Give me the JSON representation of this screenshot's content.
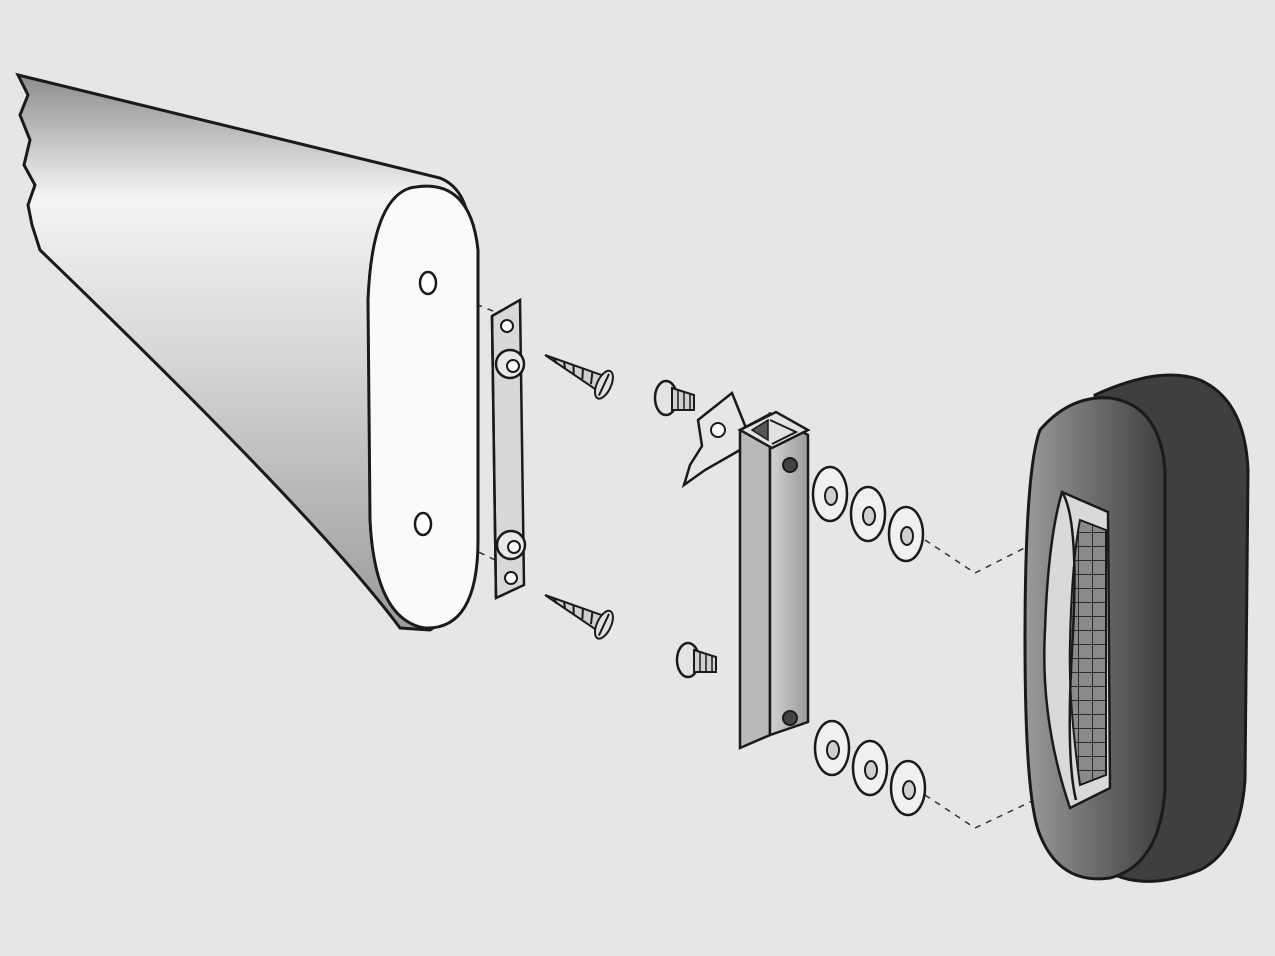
{
  "diagram": {
    "subject": "exploded-view-stock-recoil-pad-assembly",
    "colors": {
      "background": "#e6e6e6",
      "outline": "#1a1a1a",
      "stock_light": "#f2f2f2",
      "stock_dark": "#8c8c8c",
      "butt_face": "#fafafa",
      "metal": "#bdbdbd",
      "metal_dark": "#7a7a7a",
      "pad_body": "#6e6e6e",
      "pad_dark": "#3f3f3f",
      "spacer": "#f0f0f0"
    },
    "parts": [
      {
        "id": "stock",
        "icon": "rifle-stock-icon"
      },
      {
        "id": "mounting-plate",
        "icon": "mounting-plate-icon"
      },
      {
        "id": "wood-screw",
        "count": 2,
        "icon": "wood-screw-icon"
      },
      {
        "id": "machine-screw",
        "count": 2,
        "icon": "machine-screw-icon"
      },
      {
        "id": "locking-tab",
        "icon": "locking-tab-icon"
      },
      {
        "id": "adjustment-rail",
        "icon": "adjustment-rail-icon"
      },
      {
        "id": "spacer-washer",
        "count": 6,
        "icon": "washer-icon"
      },
      {
        "id": "recoil-pad",
        "icon": "recoil-pad-icon"
      }
    ]
  }
}
